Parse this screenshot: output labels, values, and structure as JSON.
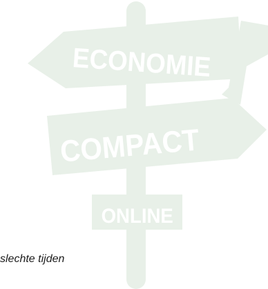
{
  "signpost": {
    "sign_top": "ECONOMIE",
    "sign_middle": "COMPACT",
    "sign_bottom": "ONLINE"
  },
  "caption": "slechte tijden",
  "colors": {
    "sign_fill": "#e8f0e8",
    "sign_text": "#ffffff",
    "caption_text": "#1c1c1c"
  }
}
